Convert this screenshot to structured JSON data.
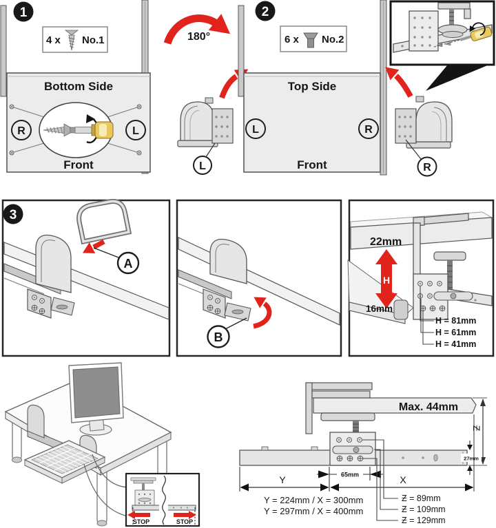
{
  "accent_red": "#e0241c",
  "step1": {
    "badge": "1",
    "screw_qty": "4 x",
    "screw_no": "No.1",
    "surface_top": "Bottom Side",
    "mark_left": "R",
    "mark_right": "L",
    "surface_bottom": "Front"
  },
  "rotation": {
    "angle": "180°",
    "bracket_mark": "L"
  },
  "step2": {
    "badge": "2",
    "screw_qty": "6 x",
    "screw_no": "No.2",
    "surface_top": "Top Side",
    "mark_left": "L",
    "mark_right": "R",
    "surface_bottom": "Front",
    "bracket_mark": "R"
  },
  "step3": {
    "badge": "3",
    "callout_a": "A",
    "callout_b": "B"
  },
  "height_panel": {
    "clearance_top": "22mm",
    "height_arrow": "H",
    "clearance_bottom": "16mm",
    "heights": [
      "H = 81mm",
      "H = 61mm",
      "H = 41mm"
    ]
  },
  "desk_view": {
    "stop_left": "STOP",
    "stop_right": "STOP"
  },
  "dim_drawing": {
    "max_thickness": "Max. 44mm",
    "z_axis": "Ƶ",
    "rail_height": "27mm",
    "offset": "65mm",
    "y_label": "Y",
    "x_label": "X",
    "travel_1": "Y = 224mm / X = 300mm",
    "travel_2": "Y = 297mm / X = 400mm",
    "depths": [
      "Ƶ = 89mm",
      "Ƶ = 109mm",
      "Ƶ = 129mm"
    ]
  }
}
